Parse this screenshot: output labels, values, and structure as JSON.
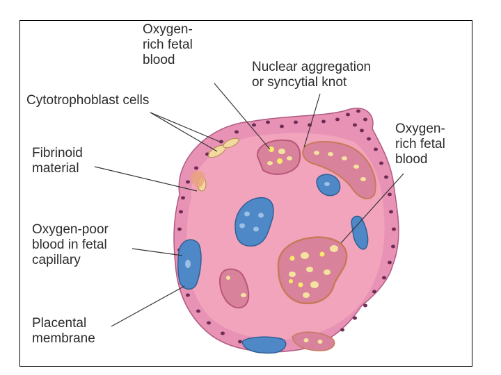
{
  "labels": {
    "oxy_rich_top": "Oxygen-\nrich fetal\nblood",
    "nuclear_aggregation": "Nuclear aggregation\nor syncytial knot",
    "cytotrophoblast": "Cytotrophoblast cells",
    "oxy_rich_right": "Oxygen-\nrich fetal\nblood",
    "fibrinoid": "Fibrinoid\nmaterial",
    "oxy_poor": "Oxygen-poor\nblood in fetal\ncapillary",
    "placental_membrane": "Placental\nmembrane"
  },
  "colors": {
    "villus_core": "#f2a4bc",
    "syncytium": "#e892b5",
    "nuclei": "#6e2c55",
    "oxy_rich_vessel": "#d9829b",
    "oxy_rich_rim": "#b9567a",
    "oxy_poor_vessel": "#4e88c6",
    "oxy_poor_cell": "#9dbfe6",
    "rbc_yellow": "#f4e2a0",
    "fibrinoid": "#e8a27a",
    "leader_line": "#333333"
  }
}
